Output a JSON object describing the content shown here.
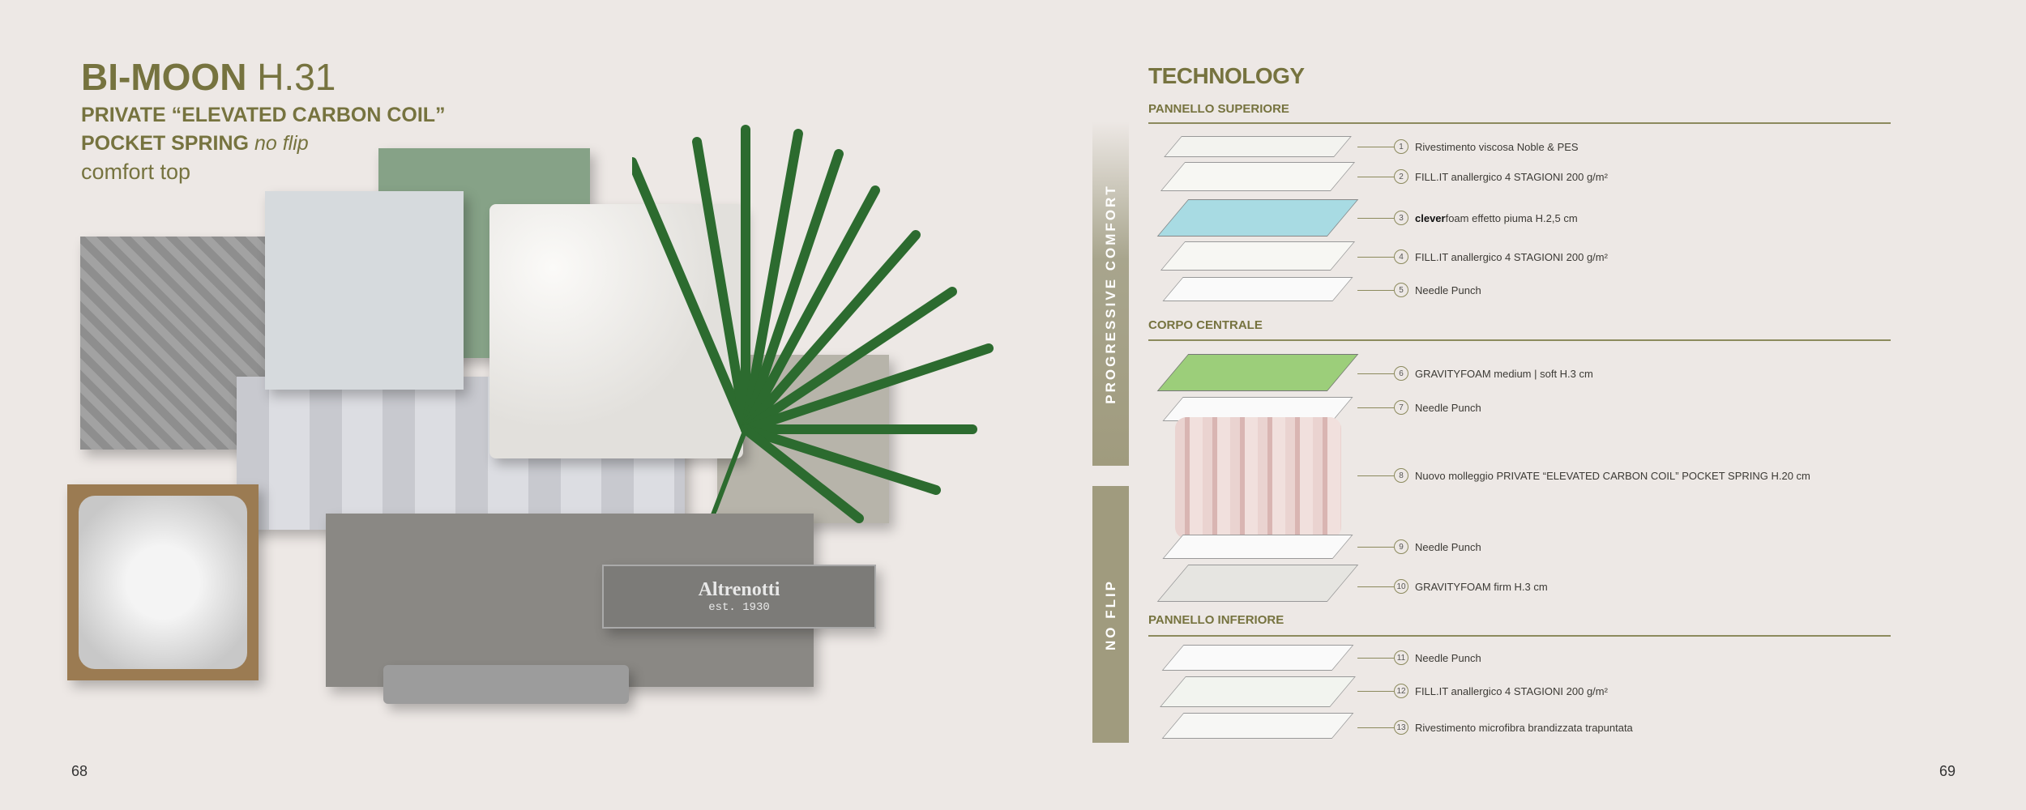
{
  "left_page": {
    "title_bold": "BI-MOON",
    "title_light": "H.31",
    "subtitle_line1": "PRIVATE “ELEVATED CARBON COIL”",
    "subtitle_line2_bold": "POCKET SPRING",
    "subtitle_line2_italic": "no flip",
    "subtitle_line3": "comfort top",
    "label_brand": "Altrenotti",
    "label_est": "est. 1930",
    "page_number": "68"
  },
  "right_page": {
    "title": "TECHNOLOGY",
    "side_labels": [
      "PROGRESSIVE COMFORT",
      "NO FLIP"
    ],
    "sections": [
      {
        "name": "PANNELLO SUPERIORE",
        "items": [
          {
            "n": "1",
            "text": "Rivestimento viscosa Noble & PES"
          },
          {
            "n": "2",
            "text": "FILL.IT anallergico 4 STAGIONI 200 g/m²"
          },
          {
            "n": "3",
            "brand": "clever",
            "text": "foam effetto piuma H.2,5 cm"
          },
          {
            "n": "4",
            "text": "FILL.IT anallergico 4 STAGIONI 200 g/m²"
          },
          {
            "n": "5",
            "text": "Needle Punch"
          }
        ]
      },
      {
        "name": "CORPO CENTRALE",
        "items": [
          {
            "n": "6",
            "text": "GRAVITYFOAM medium | soft H.3 cm"
          },
          {
            "n": "7",
            "text": "Needle Punch"
          },
          {
            "n": "8",
            "text": "Nuovo molleggio PRIVATE “ELEVATED CARBON COIL” POCKET SPRING H.20 cm"
          },
          {
            "n": "9",
            "text": "Needle Punch"
          },
          {
            "n": "10",
            "text": "GRAVITYFOAM firm H.3 cm"
          }
        ]
      },
      {
        "name": "PANNELLO INFERIORE",
        "items": [
          {
            "n": "11",
            "text": "Needle Punch"
          },
          {
            "n": "12",
            "text": "FILL.IT anallergico 4 STAGIONI 200 g/m²"
          },
          {
            "n": "13",
            "text": "Rivestimento microfibra brandizzata trapuntata"
          }
        ]
      }
    ],
    "page_number": "69"
  },
  "colors": {
    "brand": "#76733f",
    "background": "#ede8e5",
    "side_bar": "#a09b7e"
  }
}
